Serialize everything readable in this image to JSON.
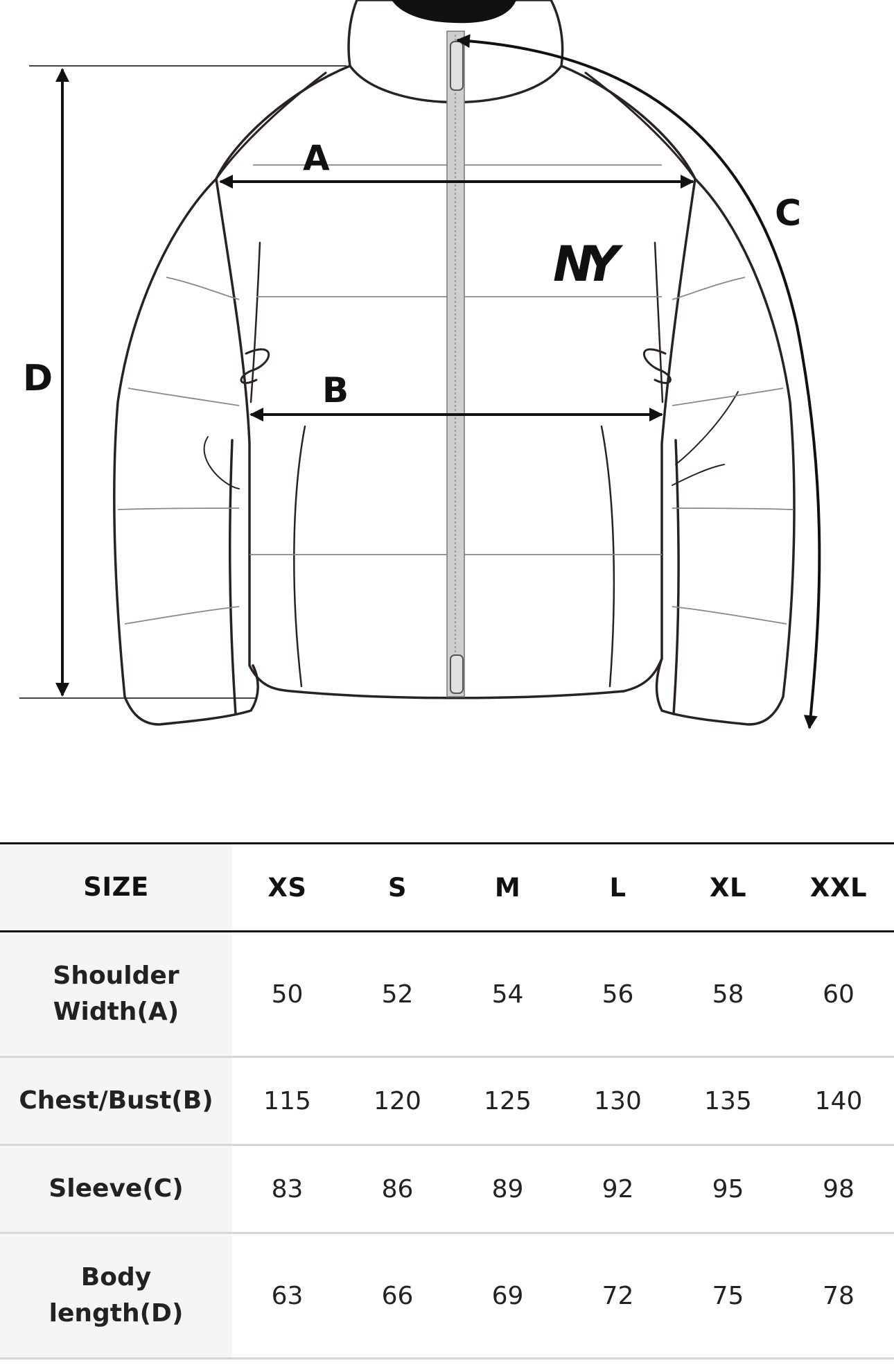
{
  "diagram": {
    "labels": {
      "a": "A",
      "b": "B",
      "c": "C",
      "d": "D"
    },
    "logo": "NY"
  },
  "table": {
    "size_header": "SIZE",
    "sizes": [
      "XS",
      "S",
      "M",
      "L",
      "XL",
      "XXL"
    ],
    "rows": [
      {
        "label_lines": [
          "Shoulder",
          "Width(A)"
        ],
        "values": [
          "50",
          "52",
          "54",
          "56",
          "58",
          "60"
        ]
      },
      {
        "label_lines": [
          "Chest/Bust(B)"
        ],
        "values": [
          "115",
          "120",
          "125",
          "130",
          "135",
          "140"
        ]
      },
      {
        "label_lines": [
          "Sleeve(C)"
        ],
        "values": [
          "83",
          "86",
          "89",
          "92",
          "95",
          "98"
        ]
      },
      {
        "label_lines": [
          "Body",
          "length(D)"
        ],
        "values": [
          "63",
          "66",
          "69",
          "72",
          "75",
          "78"
        ]
      }
    ]
  }
}
